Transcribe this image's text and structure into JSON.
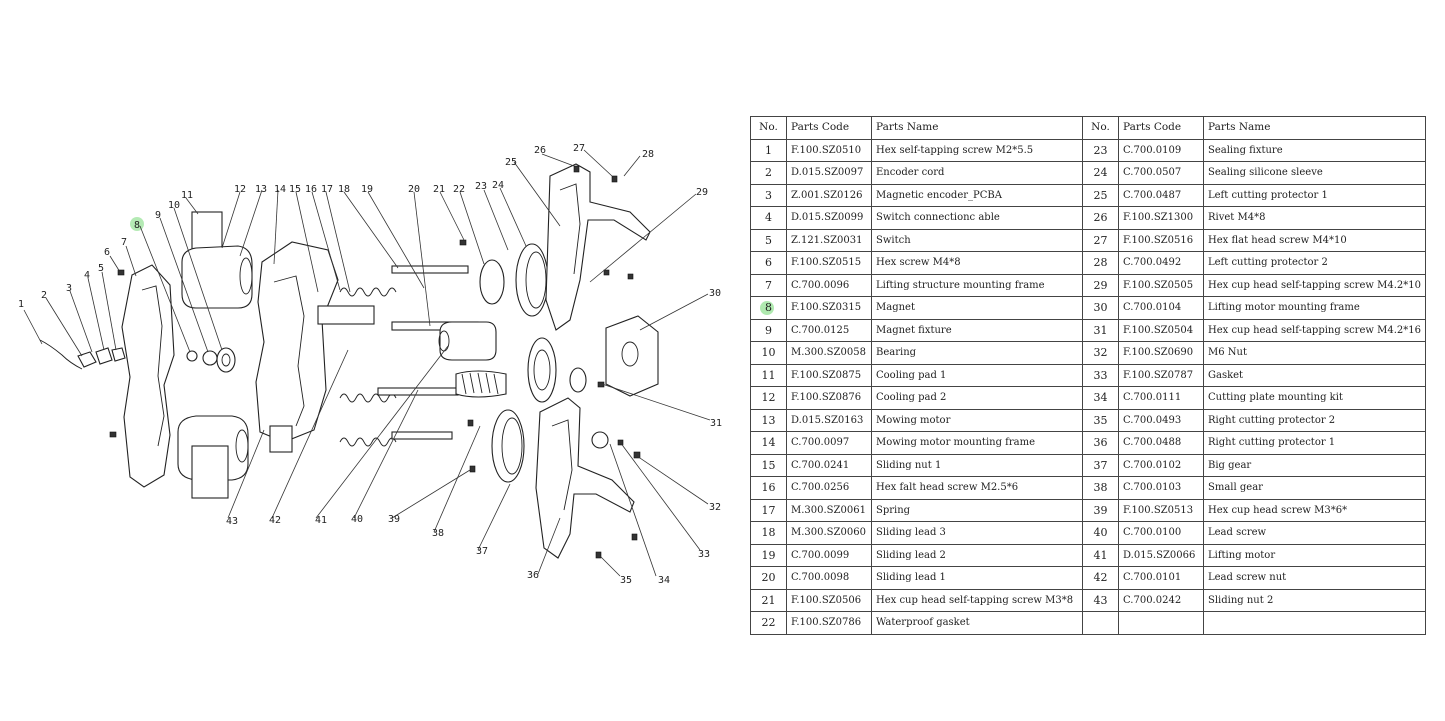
{
  "table": {
    "headers": [
      "No.",
      "Parts Code",
      "Parts Name",
      "No.",
      "Parts Code",
      "Parts Name"
    ],
    "highlighted_no": "8",
    "rows": [
      {
        "no": "1",
        "code": "F.100.SZ0510",
        "name": "Hex self-tapping screw M2*5.5",
        "no2": "23",
        "code2": "C.700.0109",
        "name2": "Sealing fixture"
      },
      {
        "no": "2",
        "code": "D.015.SZ0097",
        "name": "Encoder cord",
        "no2": "24",
        "code2": "C.700.0507",
        "name2": "Sealing silicone sleeve"
      },
      {
        "no": "3",
        "code": "Z.001.SZ0126",
        "name": "Magnetic encoder_PCBA",
        "no2": "25",
        "code2": "C.700.0487",
        "name2": "Left cutting protector 1"
      },
      {
        "no": "4",
        "code": "D.015.SZ0099",
        "name": "Switch connectionc able",
        "no2": "26",
        "code2": "F.100.SZ1300",
        "name2": "Rivet M4*8"
      },
      {
        "no": "5",
        "code": "Z.121.SZ0031",
        "name": "Switch",
        "no2": "27",
        "code2": "F.100.SZ0516",
        "name2": "Hex flat head screw M4*10"
      },
      {
        "no": "6",
        "code": "F.100.SZ0515",
        "name": "Hex screw M4*8",
        "no2": "28",
        "code2": "C.700.0492",
        "name2": "Left cutting protector 2"
      },
      {
        "no": "7",
        "code": "C.700.0096",
        "name": "Lifting structure mounting frame",
        "no2": "29",
        "code2": "F.100.SZ0505",
        "name2": "Hex cup head self-tapping screw M4.2*10"
      },
      {
        "no": "8",
        "code": "F.100.SZ0315",
        "name": "Magnet",
        "no2": "30",
        "code2": "C.700.0104",
        "name2": "Lifting motor mounting frame"
      },
      {
        "no": "9",
        "code": "C.700.0125",
        "name": "Magnet fixture",
        "no2": "31",
        "code2": "F.100.SZ0504",
        "name2": "Hex cup head self-tapping screw M4.2*16"
      },
      {
        "no": "10",
        "code": "M.300.SZ0058",
        "name": "Bearing",
        "no2": "32",
        "code2": "F.100.SZ0690",
        "name2": "M6 Nut"
      },
      {
        "no": "11",
        "code": "F.100.SZ0875",
        "name": "Cooling pad 1",
        "no2": "33",
        "code2": "F.100.SZ0787",
        "name2": "Gasket"
      },
      {
        "no": "12",
        "code": "F.100.SZ0876",
        "name": "Cooling pad 2",
        "no2": "34",
        "code2": "C.700.0111",
        "name2": "Cutting plate mounting kit"
      },
      {
        "no": "13",
        "code": "D.015.SZ0163",
        "name": "Mowing motor",
        "no2": "35",
        "code2": "C.700.0493",
        "name2": "Right cutting protector 2"
      },
      {
        "no": "14",
        "code": "C.700.0097",
        "name": "Mowing motor mounting frame",
        "no2": "36",
        "code2": "C.700.0488",
        "name2": "Right cutting protector 1"
      },
      {
        "no": "15",
        "code": "C.700.0241",
        "name": "Sliding nut 1",
        "no2": "37",
        "code2": "C.700.0102",
        "name2": "Big gear"
      },
      {
        "no": "16",
        "code": "C.700.0256",
        "name": "Hex falt head screw M2.5*6",
        "no2": "38",
        "code2": "C.700.0103",
        "name2": "Small gear"
      },
      {
        "no": "17",
        "code": "M.300.SZ0061",
        "name": "Spring",
        "no2": "39",
        "code2": "F.100.SZ0513",
        "name2": "Hex cup head screw M3*6*"
      },
      {
        "no": "18",
        "code": "M.300.SZ0060",
        "name": "Sliding lead 3",
        "no2": "40",
        "code2": "C.700.0100",
        "name2": "Lead screw"
      },
      {
        "no": "19",
        "code": "C.700.0099",
        "name": "Sliding lead 2",
        "no2": "41",
        "code2": "D.015.SZ0066",
        "name2": "Lifting motor"
      },
      {
        "no": "20",
        "code": "C.700.0098",
        "name": "Sliding lead 1",
        "no2": "42",
        "code2": "C.700.0101",
        "name2": "Lead screw nut"
      },
      {
        "no": "21",
        "code": "F.100.SZ0506",
        "name": "Hex cup head self-tapping screw M3*8",
        "no2": "43",
        "code2": "C.700.0242",
        "name2": "Sliding nut 2"
      },
      {
        "no": "22",
        "code": "F.100.SZ0786",
        "name": "Waterproof gasket",
        "no2": "",
        "code2": "",
        "name2": ""
      }
    ]
  },
  "diagram": {
    "callouts": [
      "1",
      "2",
      "3",
      "4",
      "5",
      "6",
      "7",
      "8",
      "9",
      "10",
      "11",
      "12",
      "13",
      "14",
      "15",
      "16",
      "17",
      "18",
      "19",
      "20",
      "21",
      "22",
      "23",
      "24",
      "25",
      "26",
      "27",
      "28",
      "29",
      "30",
      "31",
      "32",
      "33",
      "34",
      "35",
      "36",
      "37",
      "38",
      "39",
      "40",
      "41",
      "42",
      "43"
    ],
    "highlighted_callout": "8"
  }
}
